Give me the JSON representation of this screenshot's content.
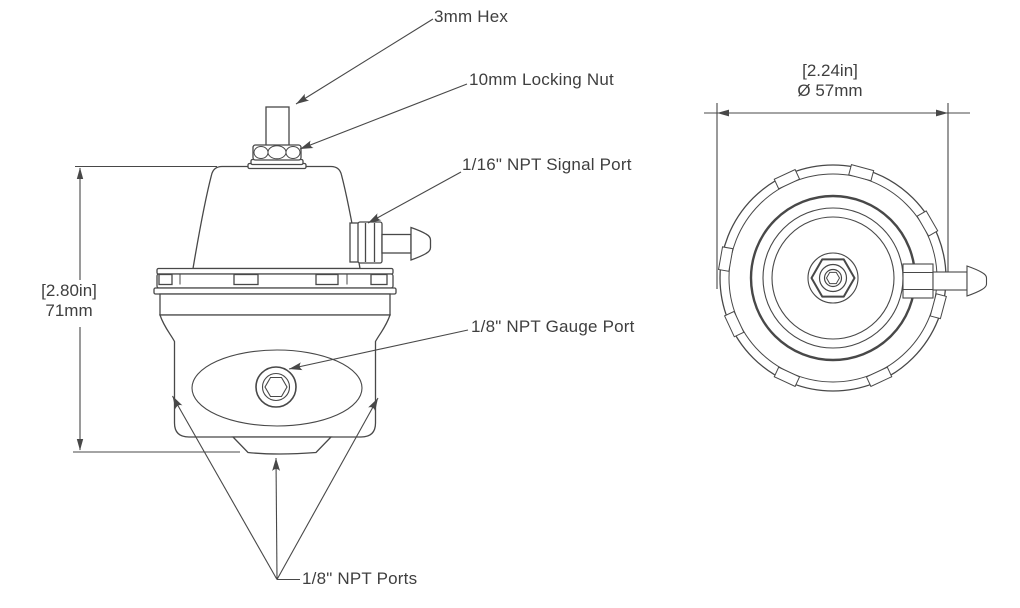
{
  "page": {
    "background": "#ffffff",
    "line_color": "#484848",
    "text_color": "#3f3f3f"
  },
  "side_view": {
    "labels": {
      "hex": "3mm Hex",
      "locking_nut": "10mm Locking Nut",
      "signal_port": "1/16\" NPT Signal Port",
      "gauge_port": "1/8\" NPT Gauge Port",
      "ports": "1/8\" NPT Ports"
    },
    "dimension": {
      "inches": "[2.80in]",
      "mm": "71mm"
    }
  },
  "top_view": {
    "dimension": {
      "inches": "[2.24in]",
      "mm": "Ø 57mm"
    }
  }
}
